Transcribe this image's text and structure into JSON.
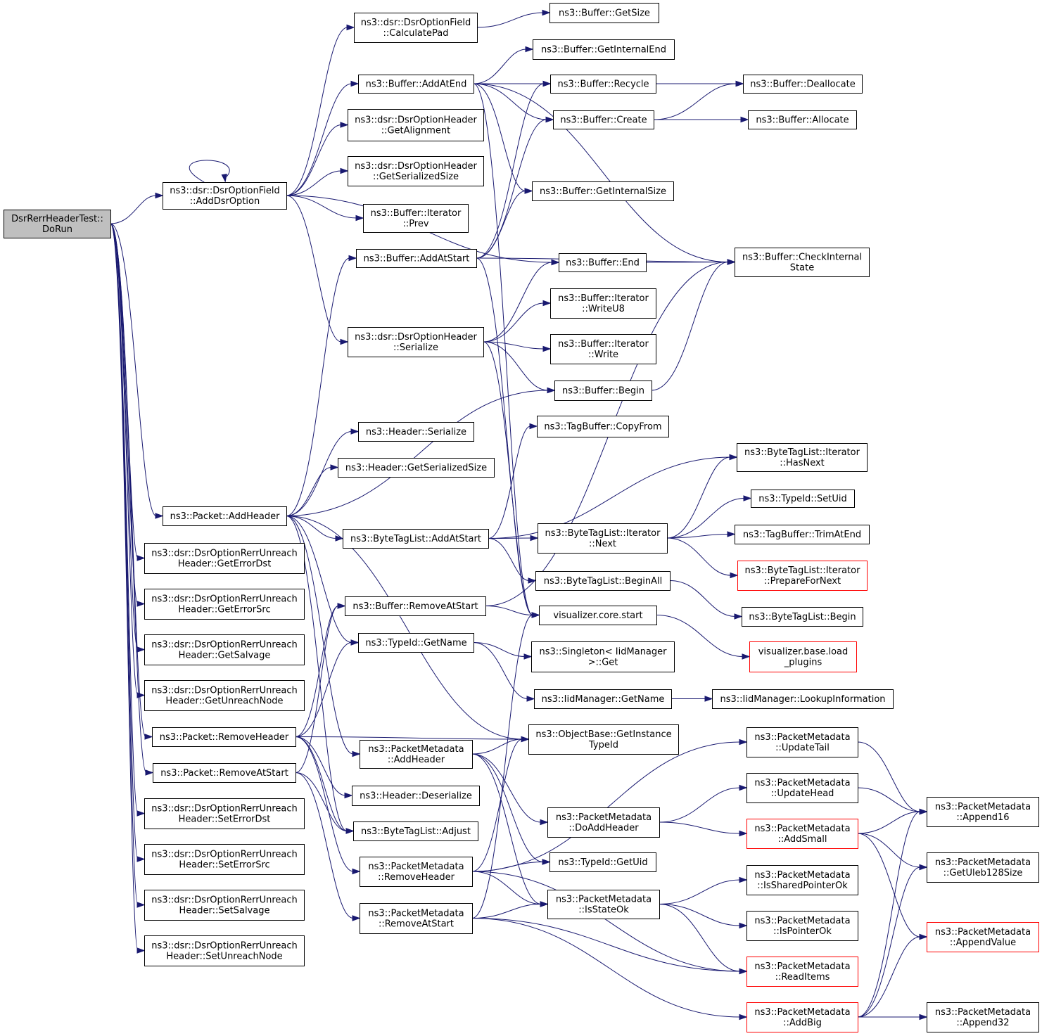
{
  "graph": {
    "nodes": [
      {
        "id": "root",
        "lines": [
          "DsrRerrHeaderTest::",
          "DoRun"
        ],
        "style": "root"
      },
      {
        "id": "addDsrOption",
        "lines": [
          "ns3::dsr::DsrOptionField",
          "::AddDsrOption"
        ]
      },
      {
        "id": "calcPad",
        "lines": [
          "ns3::dsr::DsrOptionField",
          "::CalculatePad"
        ]
      },
      {
        "id": "bufGetSize",
        "lines": [
          "ns3::Buffer::GetSize"
        ]
      },
      {
        "id": "bufGetInternalEnd",
        "lines": [
          "ns3::Buffer::GetInternalEnd"
        ]
      },
      {
        "id": "bufAddAtEnd",
        "lines": [
          "ns3::Buffer::AddAtEnd"
        ]
      },
      {
        "id": "bufRecycle",
        "lines": [
          "ns3::Buffer::Recycle"
        ]
      },
      {
        "id": "bufDeallocate",
        "lines": [
          "ns3::Buffer::Deallocate"
        ]
      },
      {
        "id": "bufCreate",
        "lines": [
          "ns3::Buffer::Create"
        ]
      },
      {
        "id": "bufAllocate",
        "lines": [
          "ns3::Buffer::Allocate"
        ]
      },
      {
        "id": "dsrGetAlignment",
        "lines": [
          "ns3::dsr::DsrOptionHeader",
          "::GetAlignment"
        ]
      },
      {
        "id": "dsrGetSerSize",
        "lines": [
          "ns3::dsr::DsrOptionHeader",
          "::GetSerializedSize"
        ]
      },
      {
        "id": "bufGetInternalSize",
        "lines": [
          "ns3::Buffer::GetInternalSize"
        ]
      },
      {
        "id": "bufIterPrev",
        "lines": [
          "ns3::Buffer::Iterator",
          "::Prev"
        ]
      },
      {
        "id": "bufAddAtStart",
        "lines": [
          "ns3::Buffer::AddAtStart"
        ]
      },
      {
        "id": "bufEnd",
        "lines": [
          "ns3::Buffer::End"
        ]
      },
      {
        "id": "bufCheckInternal",
        "lines": [
          "ns3::Buffer::CheckInternal",
          "State"
        ]
      },
      {
        "id": "bufIterWriteU8",
        "lines": [
          "ns3::Buffer::Iterator",
          "::WriteU8"
        ]
      },
      {
        "id": "dsrSerialize",
        "lines": [
          "ns3::dsr::DsrOptionHeader",
          "::Serialize"
        ]
      },
      {
        "id": "bufIterWrite",
        "lines": [
          "ns3::Buffer::Iterator",
          "::Write"
        ]
      },
      {
        "id": "bufBegin",
        "lines": [
          "ns3::Buffer::Begin"
        ]
      },
      {
        "id": "hdrSerialize",
        "lines": [
          "ns3::Header::Serialize"
        ]
      },
      {
        "id": "tagCopyFrom",
        "lines": [
          "ns3::TagBuffer::CopyFrom"
        ]
      },
      {
        "id": "hdrGetSerSize",
        "lines": [
          "ns3::Header::GetSerializedSize"
        ]
      },
      {
        "id": "btlIterHasNext",
        "lines": [
          "ns3::ByteTagList::Iterator",
          "::HasNext"
        ]
      },
      {
        "id": "typeSetUid",
        "lines": [
          "ns3::TypeId::SetUid"
        ]
      },
      {
        "id": "pktAddHeader",
        "lines": [
          "ns3::Packet::AddHeader"
        ]
      },
      {
        "id": "btlAddAtStart",
        "lines": [
          "ns3::ByteTagList::AddAtStart"
        ]
      },
      {
        "id": "btlIterNext",
        "lines": [
          "ns3::ByteTagList::Iterator",
          "::Next"
        ]
      },
      {
        "id": "tagTrimAtEnd",
        "lines": [
          "ns3::TagBuffer::TrimAtEnd"
        ]
      },
      {
        "id": "getErrorDst",
        "lines": [
          "ns3::dsr::DsrOptionRerrUnreach",
          "Header::GetErrorDst"
        ]
      },
      {
        "id": "btlBeginAll",
        "lines": [
          "ns3::ByteTagList::BeginAll"
        ]
      },
      {
        "id": "btlIterPrepare",
        "lines": [
          "ns3::ByteTagList::Iterator",
          "::PrepareForNext"
        ],
        "style": "red"
      },
      {
        "id": "getErrorSrc",
        "lines": [
          "ns3::dsr::DsrOptionRerrUnreach",
          "Header::GetErrorSrc"
        ]
      },
      {
        "id": "bufRemoveAtStart",
        "lines": [
          "ns3::Buffer::RemoveAtStart"
        ]
      },
      {
        "id": "visStart",
        "lines": [
          "visualizer.core.start"
        ]
      },
      {
        "id": "btlBegin",
        "lines": [
          "ns3::ByteTagList::Begin"
        ]
      },
      {
        "id": "getSalvage",
        "lines": [
          "ns3::dsr::DsrOptionRerrUnreach",
          "Header::GetSalvage"
        ]
      },
      {
        "id": "typeGetName",
        "lines": [
          "ns3::TypeId::GetName"
        ]
      },
      {
        "id": "singletonGet",
        "lines": [
          "ns3::Singleton< IidManager",
          ">::Get"
        ]
      },
      {
        "id": "visLoadPlugins",
        "lines": [
          "visualizer.base.load",
          "_plugins"
        ],
        "style": "red"
      },
      {
        "id": "getUnreachNode",
        "lines": [
          "ns3::dsr::DsrOptionRerrUnreach",
          "Header::GetUnreachNode"
        ]
      },
      {
        "id": "iidGetName",
        "lines": [
          "ns3::IidManager::GetName"
        ]
      },
      {
        "id": "iidLookup",
        "lines": [
          "ns3::IidManager::LookupInformation"
        ]
      },
      {
        "id": "pktRemoveHeader",
        "lines": [
          "ns3::Packet::RemoveHeader"
        ]
      },
      {
        "id": "objGetInstTypeId",
        "lines": [
          "ns3::ObjectBase::GetInstance",
          "TypeId"
        ]
      },
      {
        "id": "pmAddHeader",
        "lines": [
          "ns3::PacketMetadata",
          "::AddHeader"
        ]
      },
      {
        "id": "pmUpdateTail",
        "lines": [
          "ns3::PacketMetadata",
          "::UpdateTail"
        ]
      },
      {
        "id": "pktRemoveAtStart",
        "lines": [
          "ns3::Packet::RemoveAtStart"
        ]
      },
      {
        "id": "hdrDeserialize",
        "lines": [
          "ns3::Header::Deserialize"
        ]
      },
      {
        "id": "pmUpdateHead",
        "lines": [
          "ns3::PacketMetadata",
          "::UpdateHead"
        ]
      },
      {
        "id": "pmAppend16",
        "lines": [
          "ns3::PacketMetadata",
          "::Append16"
        ]
      },
      {
        "id": "setErrorDst",
        "lines": [
          "ns3::dsr::DsrOptionRerrUnreach",
          "Header::SetErrorDst"
        ]
      },
      {
        "id": "pmDoAddHeader",
        "lines": [
          "ns3::PacketMetadata",
          "::DoAddHeader"
        ]
      },
      {
        "id": "btlAdjust",
        "lines": [
          "ns3::ByteTagList::Adjust"
        ]
      },
      {
        "id": "pmAddSmall",
        "lines": [
          "ns3::PacketMetadata",
          "::AddSmall"
        ],
        "style": "red"
      },
      {
        "id": "setErrorSrc",
        "lines": [
          "ns3::dsr::DsrOptionRerrUnreach",
          "Header::SetErrorSrc"
        ]
      },
      {
        "id": "pmRemoveHeader",
        "lines": [
          "ns3::PacketMetadata",
          "::RemoveHeader"
        ]
      },
      {
        "id": "typeGetUid",
        "lines": [
          "ns3::TypeId::GetUid"
        ]
      },
      {
        "id": "pmGetUleb",
        "lines": [
          "ns3::PacketMetadata",
          "::GetUleb128Size"
        ]
      },
      {
        "id": "pmIsSharedPtrOk",
        "lines": [
          "ns3::PacketMetadata",
          "::IsSharedPointerOk"
        ]
      },
      {
        "id": "pmIsStateOk",
        "lines": [
          "ns3::PacketMetadata",
          "::IsStateOk"
        ]
      },
      {
        "id": "setSalvage",
        "lines": [
          "ns3::dsr::DsrOptionRerrUnreach",
          "Header::SetSalvage"
        ]
      },
      {
        "id": "pmRemoveAtStart",
        "lines": [
          "ns3::PacketMetadata",
          "::RemoveAtStart"
        ]
      },
      {
        "id": "pmIsPointerOk",
        "lines": [
          "ns3::PacketMetadata",
          "::IsPointerOk"
        ]
      },
      {
        "id": "pmAppendValue",
        "lines": [
          "ns3::PacketMetadata",
          "::AppendValue"
        ],
        "style": "red"
      },
      {
        "id": "setUnreachNode",
        "lines": [
          "ns3::dsr::DsrOptionRerrUnreach",
          "Header::SetUnreachNode"
        ]
      },
      {
        "id": "pmReadItems",
        "lines": [
          "ns3::PacketMetadata",
          "::ReadItems"
        ],
        "style": "red"
      },
      {
        "id": "pmAddBig",
        "lines": [
          "ns3::PacketMetadata",
          "::AddBig"
        ],
        "style": "red"
      },
      {
        "id": "pmAppend32",
        "lines": [
          "ns3::PacketMetadata",
          "::Append32"
        ]
      }
    ],
    "edges": [
      [
        "root",
        "addDsrOption"
      ],
      [
        "root",
        "pktAddHeader"
      ],
      [
        "root",
        "getErrorDst"
      ],
      [
        "root",
        "getErrorSrc"
      ],
      [
        "root",
        "getSalvage"
      ],
      [
        "root",
        "getUnreachNode"
      ],
      [
        "root",
        "pktRemoveHeader"
      ],
      [
        "root",
        "pktRemoveAtStart"
      ],
      [
        "root",
        "setErrorDst"
      ],
      [
        "root",
        "setErrorSrc"
      ],
      [
        "root",
        "setSalvage"
      ],
      [
        "root",
        "setUnreachNode"
      ],
      [
        "addDsrOption",
        "addDsrOption"
      ],
      [
        "addDsrOption",
        "calcPad"
      ],
      [
        "addDsrOption",
        "bufAddAtEnd"
      ],
      [
        "addDsrOption",
        "dsrGetAlignment"
      ],
      [
        "addDsrOption",
        "dsrGetSerSize"
      ],
      [
        "addDsrOption",
        "bufIterPrev"
      ],
      [
        "addDsrOption",
        "bufEnd"
      ],
      [
        "addDsrOption",
        "dsrSerialize"
      ],
      [
        "calcPad",
        "bufGetSize"
      ],
      [
        "bufAddAtEnd",
        "bufGetInternalEnd"
      ],
      [
        "bufAddAtEnd",
        "bufRecycle"
      ],
      [
        "bufAddAtEnd",
        "bufCreate"
      ],
      [
        "bufAddAtEnd",
        "bufGetInternalSize"
      ],
      [
        "bufAddAtEnd",
        "bufCheckInternal"
      ],
      [
        "bufAddAtEnd",
        "visStart"
      ],
      [
        "bufRecycle",
        "bufDeallocate"
      ],
      [
        "bufCreate",
        "bufDeallocate"
      ],
      [
        "bufCreate",
        "bufAllocate"
      ],
      [
        "bufAddAtStart",
        "bufRecycle"
      ],
      [
        "bufAddAtStart",
        "bufCreate"
      ],
      [
        "bufAddAtStart",
        "bufGetInternalSize"
      ],
      [
        "bufAddAtStart",
        "bufCheckInternal"
      ],
      [
        "bufAddAtStart",
        "visStart"
      ],
      [
        "bufEnd",
        "bufCheckInternal"
      ],
      [
        "bufBegin",
        "bufCheckInternal"
      ],
      [
        "dsrSerialize",
        "bufEnd"
      ],
      [
        "dsrSerialize",
        "bufIterWriteU8"
      ],
      [
        "dsrSerialize",
        "bufIterWrite"
      ],
      [
        "dsrSerialize",
        "bufBegin"
      ],
      [
        "dsrSerialize",
        "visStart"
      ],
      [
        "pktAddHeader",
        "bufAddAtStart"
      ],
      [
        "pktAddHeader",
        "bufBegin"
      ],
      [
        "pktAddHeader",
        "hdrSerialize"
      ],
      [
        "pktAddHeader",
        "hdrGetSerSize"
      ],
      [
        "pktAddHeader",
        "btlAddAtStart"
      ],
      [
        "pktAddHeader",
        "typeGetName"
      ],
      [
        "pktAddHeader",
        "objGetInstTypeId"
      ],
      [
        "pktAddHeader",
        "pmAddHeader"
      ],
      [
        "pktAddHeader",
        "btlAdjust"
      ],
      [
        "btlAddAtStart",
        "btlIterHasNext"
      ],
      [
        "btlAddAtStart",
        "btlIterNext"
      ],
      [
        "btlAddAtStart",
        "btlBeginAll"
      ],
      [
        "btlAddAtStart",
        "tagCopyFrom"
      ],
      [
        "btlIterNext",
        "btlIterHasNext"
      ],
      [
        "btlIterNext",
        "typeSetUid"
      ],
      [
        "btlIterNext",
        "tagTrimAtEnd"
      ],
      [
        "btlIterNext",
        "btlIterPrepare"
      ],
      [
        "btlBeginAll",
        "btlBegin"
      ],
      [
        "bufRemoveAtStart",
        "bufCheckInternal"
      ],
      [
        "bufRemoveAtStart",
        "visStart"
      ],
      [
        "visStart",
        "visLoadPlugins"
      ],
      [
        "typeGetName",
        "singletonGet"
      ],
      [
        "typeGetName",
        "iidGetName"
      ],
      [
        "iidGetName",
        "iidLookup"
      ],
      [
        "pktRemoveHeader",
        "bufRemoveAtStart"
      ],
      [
        "pktRemoveHeader",
        "typeGetName"
      ],
      [
        "pktRemoveHeader",
        "objGetInstTypeId"
      ],
      [
        "pktRemoveHeader",
        "hdrDeserialize"
      ],
      [
        "pktRemoveHeader",
        "btlAdjust"
      ],
      [
        "pktRemoveHeader",
        "pmRemoveHeader"
      ],
      [
        "pktRemoveAtStart",
        "bufRemoveAtStart"
      ],
      [
        "pktRemoveAtStart",
        "btlAdjust"
      ],
      [
        "pktRemoveAtStart",
        "pmRemoveAtStart"
      ],
      [
        "pmAddHeader",
        "objGetInstTypeId"
      ],
      [
        "pmAddHeader",
        "pmDoAddHeader"
      ],
      [
        "pmAddHeader",
        "typeGetUid"
      ],
      [
        "pmAddHeader",
        "pmIsStateOk"
      ],
      [
        "pmDoAddHeader",
        "pmUpdateHead"
      ],
      [
        "pmDoAddHeader",
        "pmAddSmall"
      ],
      [
        "pmUpdateTail",
        "pmAppend16"
      ],
      [
        "pmUpdateHead",
        "pmAppend16"
      ],
      [
        "pmAddSmall",
        "pmAppend16"
      ],
      [
        "pmAddSmall",
        "pmGetUleb"
      ],
      [
        "pmAddSmall",
        "pmAppendValue"
      ],
      [
        "pmRemoveHeader",
        "objGetInstTypeId"
      ],
      [
        "pmRemoveHeader",
        "typeGetUid"
      ],
      [
        "pmRemoveHeader",
        "pmIsStateOk"
      ],
      [
        "pmRemoveHeader",
        "pmUpdateTail"
      ],
      [
        "pmRemoveHeader",
        "pmReadItems"
      ],
      [
        "pmRemoveAtStart",
        "pmIsStateOk"
      ],
      [
        "pmRemoveAtStart",
        "pmReadItems"
      ],
      [
        "pmRemoveAtStart",
        "pmAddBig"
      ],
      [
        "pmRemoveAtStart",
        "visStart"
      ],
      [
        "pmIsStateOk",
        "pmIsSharedPtrOk"
      ],
      [
        "pmIsStateOk",
        "pmIsPointerOk"
      ],
      [
        "pmIsStateOk",
        "pmReadItems"
      ],
      [
        "pmAddBig",
        "pmAppend16"
      ],
      [
        "pmAddBig",
        "pmGetUleb"
      ],
      [
        "pmAddBig",
        "pmAppendValue"
      ],
      [
        "pmAddBig",
        "pmAppend32"
      ]
    ]
  }
}
